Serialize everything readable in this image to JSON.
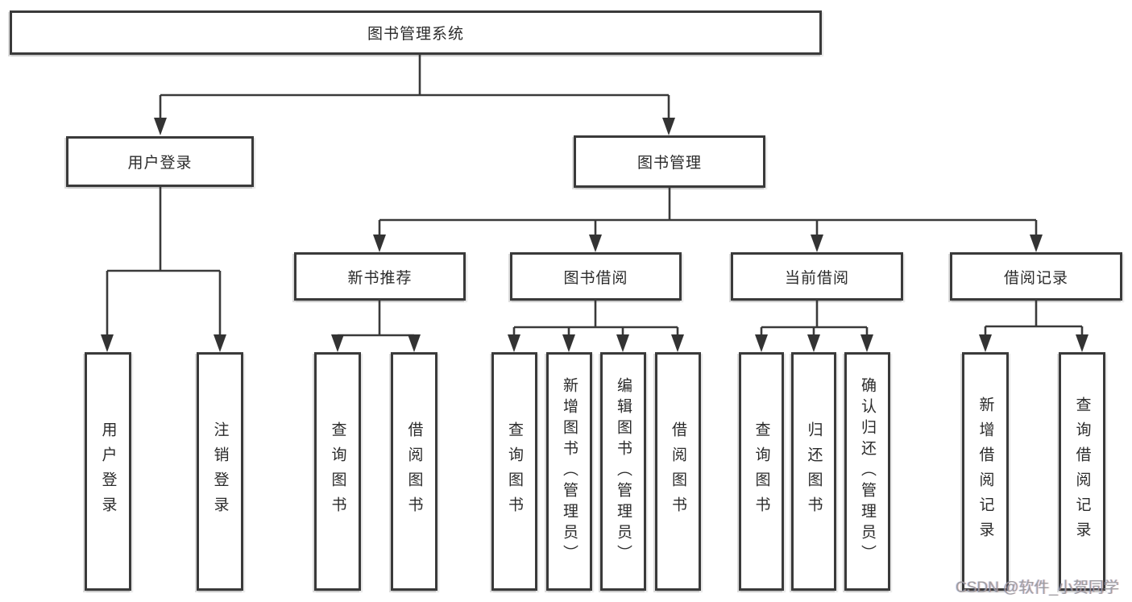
{
  "tree": {
    "root": {
      "label": "图书管理系统"
    },
    "branches": [
      {
        "label": "用户登录",
        "children": [
          {
            "label": "用户登录"
          },
          {
            "label": "注销登录"
          }
        ]
      },
      {
        "label": "图书管理",
        "children": [
          {
            "label": "新书推荐",
            "children": [
              {
                "label": "查询图书"
              },
              {
                "label": "借阅图书"
              }
            ]
          },
          {
            "label": "图书借阅",
            "children": [
              {
                "label": "查询图书"
              },
              {
                "label": "新增图书（管理员）"
              },
              {
                "label": "编辑图书（管理员）"
              },
              {
                "label": "借阅图书"
              }
            ]
          },
          {
            "label": "当前借阅",
            "children": [
              {
                "label": "查询图书"
              },
              {
                "label": "归还图书"
              },
              {
                "label": "确认归还（管理员）"
              }
            ]
          },
          {
            "label": "借阅记录",
            "children": [
              {
                "label": "新增借阅记录"
              },
              {
                "label": "查询借阅记录"
              }
            ]
          }
        ]
      }
    ]
  },
  "watermark": {
    "text": "CSDN @软件_小贺同学"
  },
  "colors": {
    "line": "#3a3a3a",
    "box_border": "#3a3a3a",
    "text": "#2b2b2b",
    "watermark": "#9b9b9e",
    "background": "#ffffff"
  }
}
